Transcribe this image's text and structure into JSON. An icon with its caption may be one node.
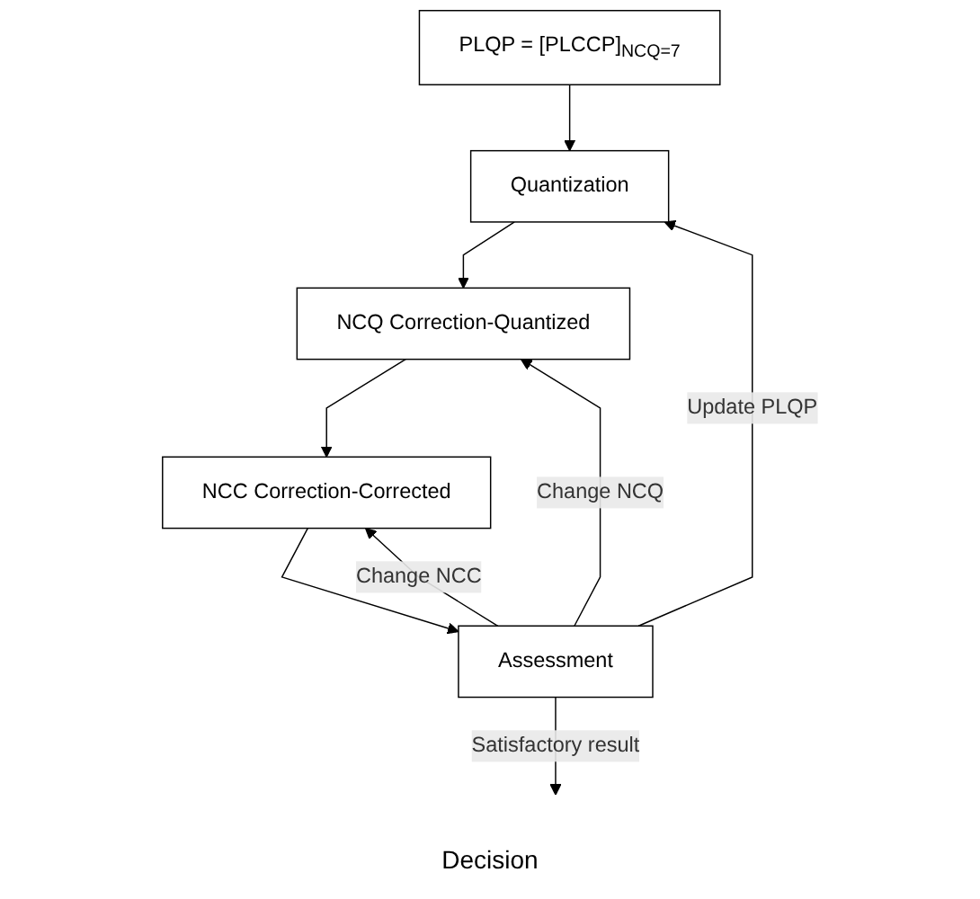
{
  "diagram": {
    "nodes": [
      {
        "text": [
          "PLQP = [PLCCP]$_{NCQ=7}$"
        ]
      },
      {
        "text": [
          "Quantization"
        ]
      },
      {
        "text": [
          "NCQ Correction-Quantized"
        ]
      },
      {
        "text": [
          "NCC Correction-Corrected"
        ]
      },
      {
        "text": [
          "Assessment"
        ]
      }
    ],
    "edges": [
      {
        "from": 0,
        "to": 1,
        "arrow": "to"
      },
      {
        "from": 1,
        "to": 2,
        "arrow": "to"
      },
      {
        "from": 2,
        "to": 3,
        "arrow": "to"
      },
      {
        "from": 3,
        "to": 4,
        "arrow": "to"
      },
      {
        "from": 4,
        "to": null,
        "label": "Satisfactory result",
        "arrow": "to"
      },
      {
        "from": 4,
        "to": 1,
        "label": "Update PLQP",
        "arrow": "to"
      },
      {
        "from": 4,
        "to": 2,
        "label": "Change NCQ",
        "arrow": "to"
      },
      {
        "from": 4,
        "to": 3,
        "label": "Change NCC",
        "arrow": "to"
      }
    ],
    "labels": [
      "Decision"
    ]
  }
}
